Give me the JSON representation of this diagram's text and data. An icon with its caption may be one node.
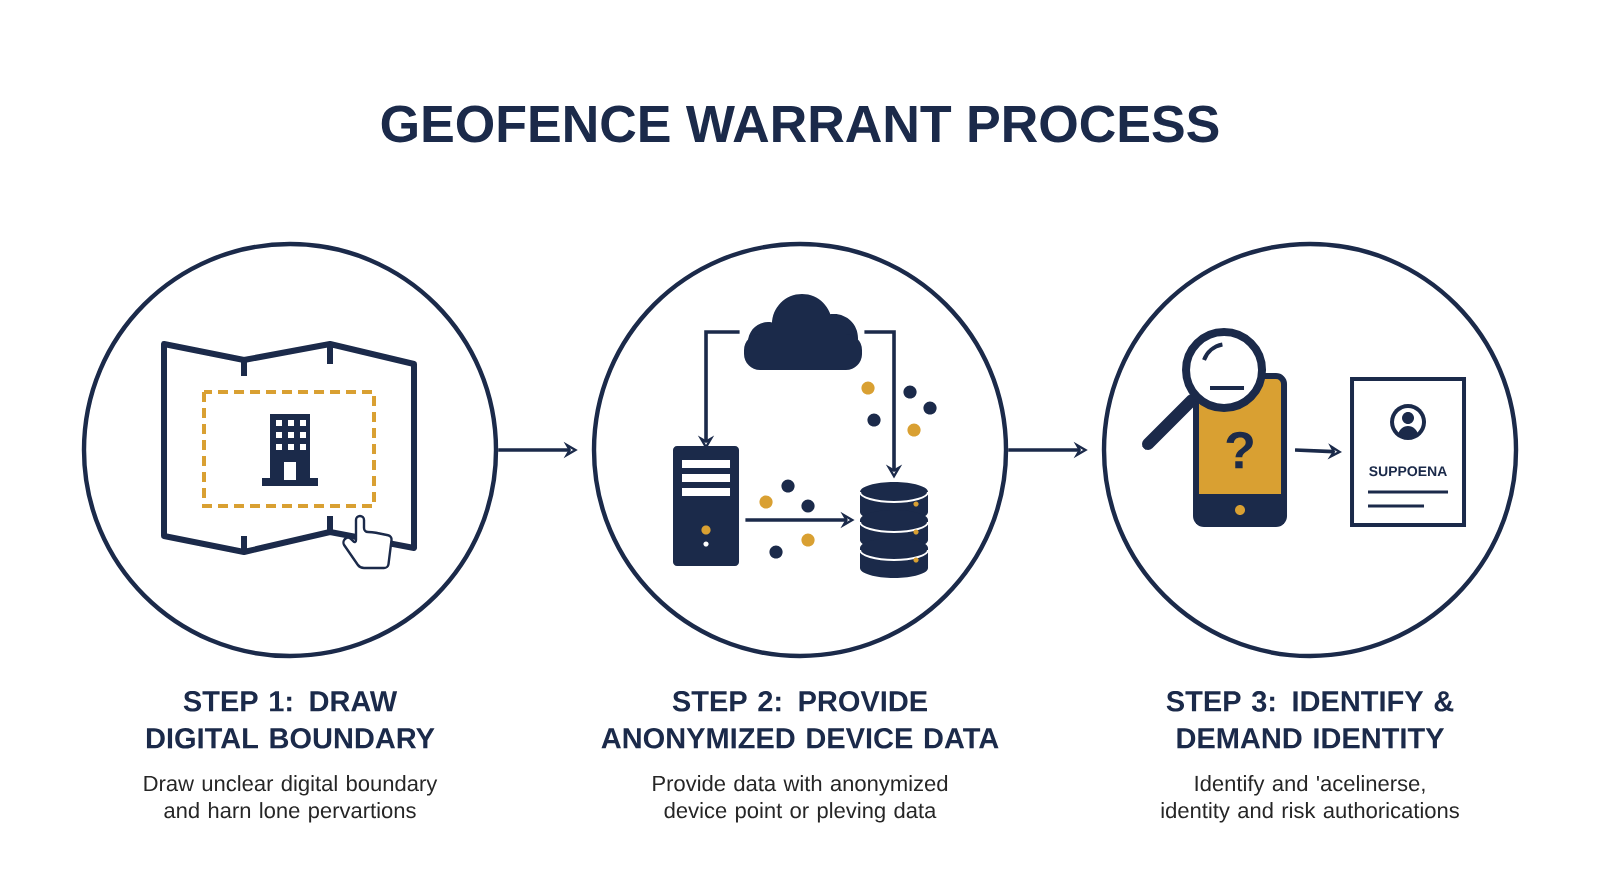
{
  "diagram": {
    "title": "GEOFENCE WARRANT PROCESS",
    "nodes": [
      {
        "text": [],
        "shape": "circle",
        "beside": [
          "STEP 1: DRAW DIGITAL BOUNDARY",
          "Draw unclear digital boundary and harn lone pervartions"
        ]
      },
      {
        "text": [],
        "shape": "circle",
        "beside": [
          "STEP 2: PROVIDE ANONYMIZED DEVICE DATA",
          "Provide data with anonymized device point or pleving data"
        ]
      },
      {
        "text": [],
        "shape": "cloud",
        "in": 1
      },
      {
        "text": [],
        "shape": "box",
        "in": 1
      },
      {
        "text": [],
        "shape": "cylinder",
        "in": 1
      },
      {
        "text": [],
        "shape": "circle",
        "beside": [
          "STEP 3: IDENTIFY & DEMAND IDENTITY",
          "Identify and 'acelinerse, identity and risk authorications"
        ]
      },
      {
        "text": [
          "?"
        ],
        "in": 5
      },
      {
        "text": [
          "SUPPOENA"
        ],
        "in": 5
      }
    ],
    "edges": [
      {
        "from": 0,
        "to": 1,
        "arrow": "to"
      },
      {
        "from": 1,
        "to": 5,
        "arrow": "to"
      },
      {
        "from": 2,
        "to": 3,
        "arrow": "to"
      },
      {
        "from": 2,
        "to": 4,
        "arrow": "to"
      },
      {
        "from": 3,
        "to": 4,
        "arrow": "to"
      },
      {
        "from": 6,
        "to": 7,
        "arrow": "to"
      }
    ]
  }
}
